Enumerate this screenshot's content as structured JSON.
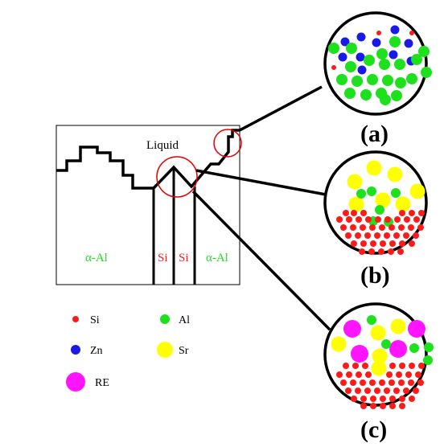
{
  "diagram": {
    "liquid_label": "Liquid",
    "phase_left": "α-Al",
    "phase_right": "α-Al",
    "si_left": "Si",
    "si_right": "Si",
    "panel_a_label": "(a)",
    "panel_b_label": "(b)",
    "panel_c_label": "(c)"
  },
  "legend": {
    "si": "Si",
    "al": "Al",
    "zn": "Zn",
    "sr": "Sr",
    "re": "RE"
  },
  "colors": {
    "si": "#ff1a1a",
    "al": "#1ee11e",
    "zn": "#1a1ae6",
    "sr": "#ffff00",
    "re": "#ff14ff",
    "phase_text": "#22dd22",
    "si_text": "#ff1a1a",
    "highlight": "#e00000",
    "stroke": "#000000"
  }
}
